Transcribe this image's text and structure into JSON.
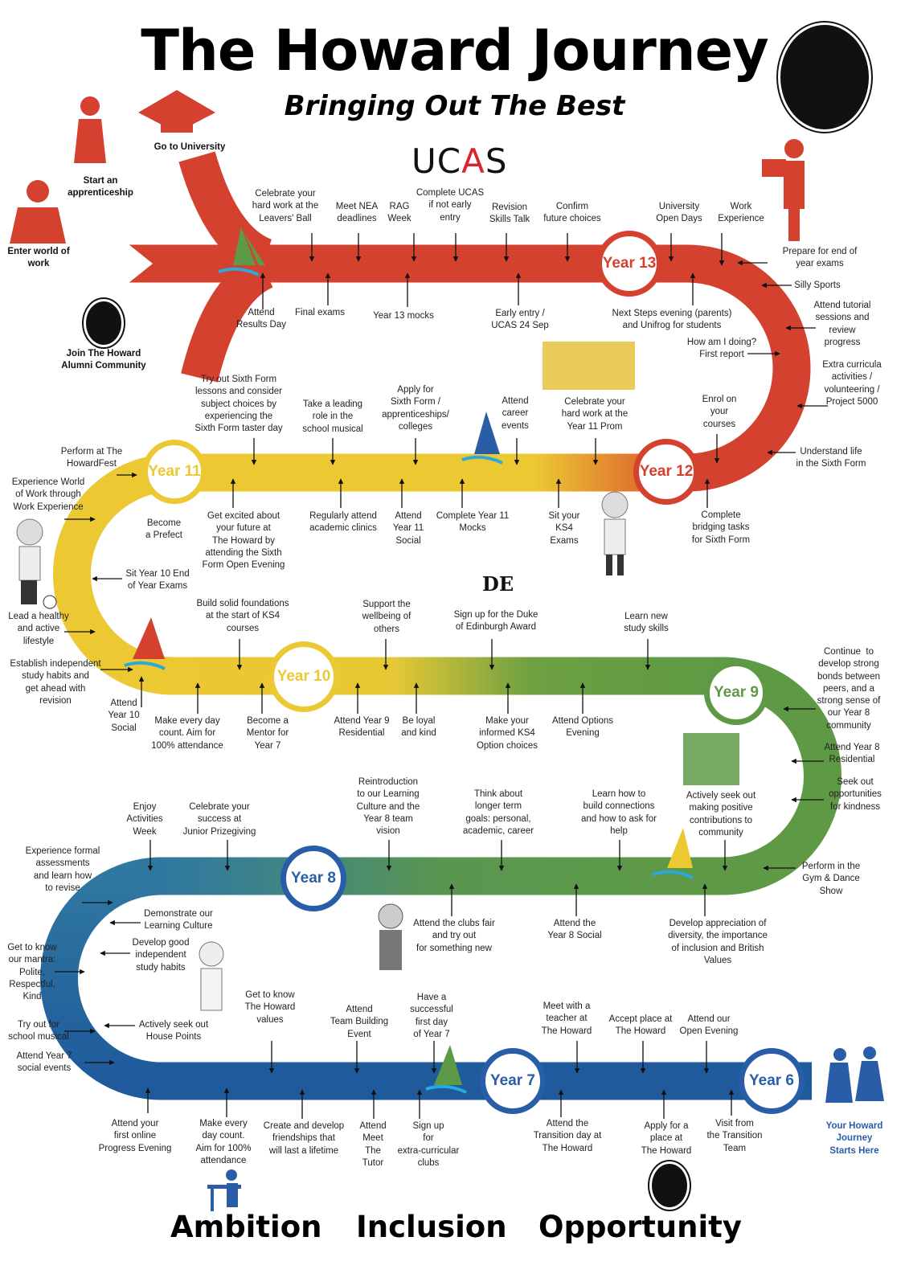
{
  "header": {
    "title": "The Howard Journey",
    "subtitle": "Bringing Out The Best",
    "ucas_logo": [
      "UC",
      "A",
      "S"
    ]
  },
  "years": [
    {
      "label": "Year 13",
      "color": "#d4412f"
    },
    {
      "label": "Year 12",
      "color": "#d4412f"
    },
    {
      "label": "Year 11",
      "color": "#ecc832"
    },
    {
      "label": "Year 10",
      "color": "#ecc832"
    },
    {
      "label": "Year 9",
      "color": "#5e9a45"
    },
    {
      "label": "Year 8",
      "color": "#2a5da8"
    },
    {
      "label": "Year 7",
      "color": "#2a5da8"
    },
    {
      "label": "Year 6",
      "color": "#2a5da8"
    }
  ],
  "milestones": [
    "Celebrate your\nhard work at the\nLeavers' Ball",
    "Meet NEA\ndeadlines",
    "RAG\nWeek",
    "Complete UCAS\nif not early\nentry",
    "Revision\nSkills Talk",
    "Confirm\nfuture choices",
    "University\nOpen Days",
    "Work\nExperience",
    "Attend\nResults Day",
    "Final exams",
    "Year 13 mocks",
    "Early entry /\nUCAS 24 Sep",
    "Next Steps evening (parents)\nand Unifrog for students",
    "Prepare for end of\nyear exams",
    "Silly Sports",
    "Attend tutorial\nsessions and\nreview\nprogress",
    "How am I doing?\nFirst report",
    "Extra curricula\nactivities /\nvolunteering /\nProject 5000",
    "Start an\napprenticeship",
    "Go to University",
    "Enter world of\nwork",
    "Join The Howard\nAlumni Community",
    "Try out Sixth Form\nlessons and consider\nsubject choices by\nexperiencing the\nSixth Form taster day",
    "Take a leading\nrole in the\nschool musical",
    "Apply for\nSixth Form /\napprenticeships/\ncolleges",
    "Attend\ncareer\nevents",
    "Celebrate your\nhard work at the\nYear 11 Prom",
    "Enrol on\nyour\ncourses",
    "Perform at The\nHowardFest",
    "Understand life\nin the Sixth Form",
    "Become\na Prefect",
    "Get excited about\nyour future at\nThe Howard by\nattending the Sixth\nForm Open Evening",
    "Regularly attend\nacademic clinics",
    "Attend\nYear 11\nSocial",
    "Complete Year 11\nMocks",
    "Sit your\nKS4\nExams",
    "Complete\nbridging tasks\nfor Sixth Form",
    "Experience World\nof Work through\nWork Experience",
    "Sit Year 10 End\nof Year Exams",
    "Lead a healthy\nand active\nlifestyle",
    "Establish independent\nstudy habits and\nget ahead with\nrevision",
    "Build solid foundations\nat the start of KS4\ncourses",
    "Support the\nwellbeing of\nothers",
    "Sign up for the Duke\nof Edinburgh Award",
    "Learn new\nstudy skills",
    "Attend\nYear 10\nSocial",
    "Make every day\ncount. Aim for\n100% attendance",
    "Become a\nMentor for\nYear 7",
    "Attend Year 9\nResidential",
    "Be loyal\nand kind",
    "Make your\ninformed KS4\nOption choices",
    "Attend Options\nEvening",
    "Continue  to\ndevelop strong\nbonds between\npeers, and a\nstrong sense of\nour Year 8\ncommunity",
    "Attend Year 8\nResidential",
    "Seek out\nopportunities\nfor kindness",
    "Actively seek out\nmaking positive\ncontributions to\ncommunity",
    "Enjoy\nActivities\nWeek",
    "Celebrate your\nsuccess at\nJunior Prizegiving",
    "Reintroduction\nto our Learning\nCulture and the\nYear 8 team\nvision",
    "Think about\nlonger term\ngoals: personal,\nacademic, career",
    "Learn how to\nbuild connections\nand how to ask for\nhelp",
    "Experience formal\nassessments\nand learn how\nto revise",
    "Perform in the\nGym & Dance\nShow",
    "Attend the clubs fair\nand try out\nfor something new",
    "Attend the\nYear 8 Social",
    "Develop appreciation of\ndiversity, the importance\nof inclusion and British\nValues",
    "Demonstrate our\nLearning Culture",
    "Develop good\nindependent\nstudy habits",
    "Get to know\nour mantra:\nPolite,\nRespectful,\nKind",
    "Try out for\nschool musical",
    "Actively seek out\nHouse Points",
    "Attend Year 7\nsocial events",
    "Get to know\nThe Howard\nvalues",
    "Attend\nTeam Building\nEvent",
    "Have a\nsuccessful\nfirst day\nof Year 7",
    "Meet with a\nteacher at\nThe Howard",
    "Accept place at\nThe Howard",
    "Attend our\nOpen Evening",
    "Attend your\nfirst online\nProgress Evening",
    "Make every\nday count.\nAim for 100%\nattendance",
    "Create and develop\nfriendships that\nwill last a lifetime",
    "Attend\nMeet\nThe\nTutor",
    "Sign up\nfor\nextra-curricular\nclubs",
    "Attend the\nTransition day at\nThe Howard",
    "Apply for a\nplace at\nThe Howard",
    "Visit from\nthe Transition\nTeam",
    "Your Howard\nJourney\nStarts Here"
  ],
  "dofe_logo": "DE",
  "values": [
    "Ambition",
    "Inclusion",
    "Opportunity"
  ],
  "colors": {
    "red": "#d4412f",
    "yellow": "#ecc832",
    "green": "#5e9a45",
    "blue": "#1f5a9c"
  }
}
